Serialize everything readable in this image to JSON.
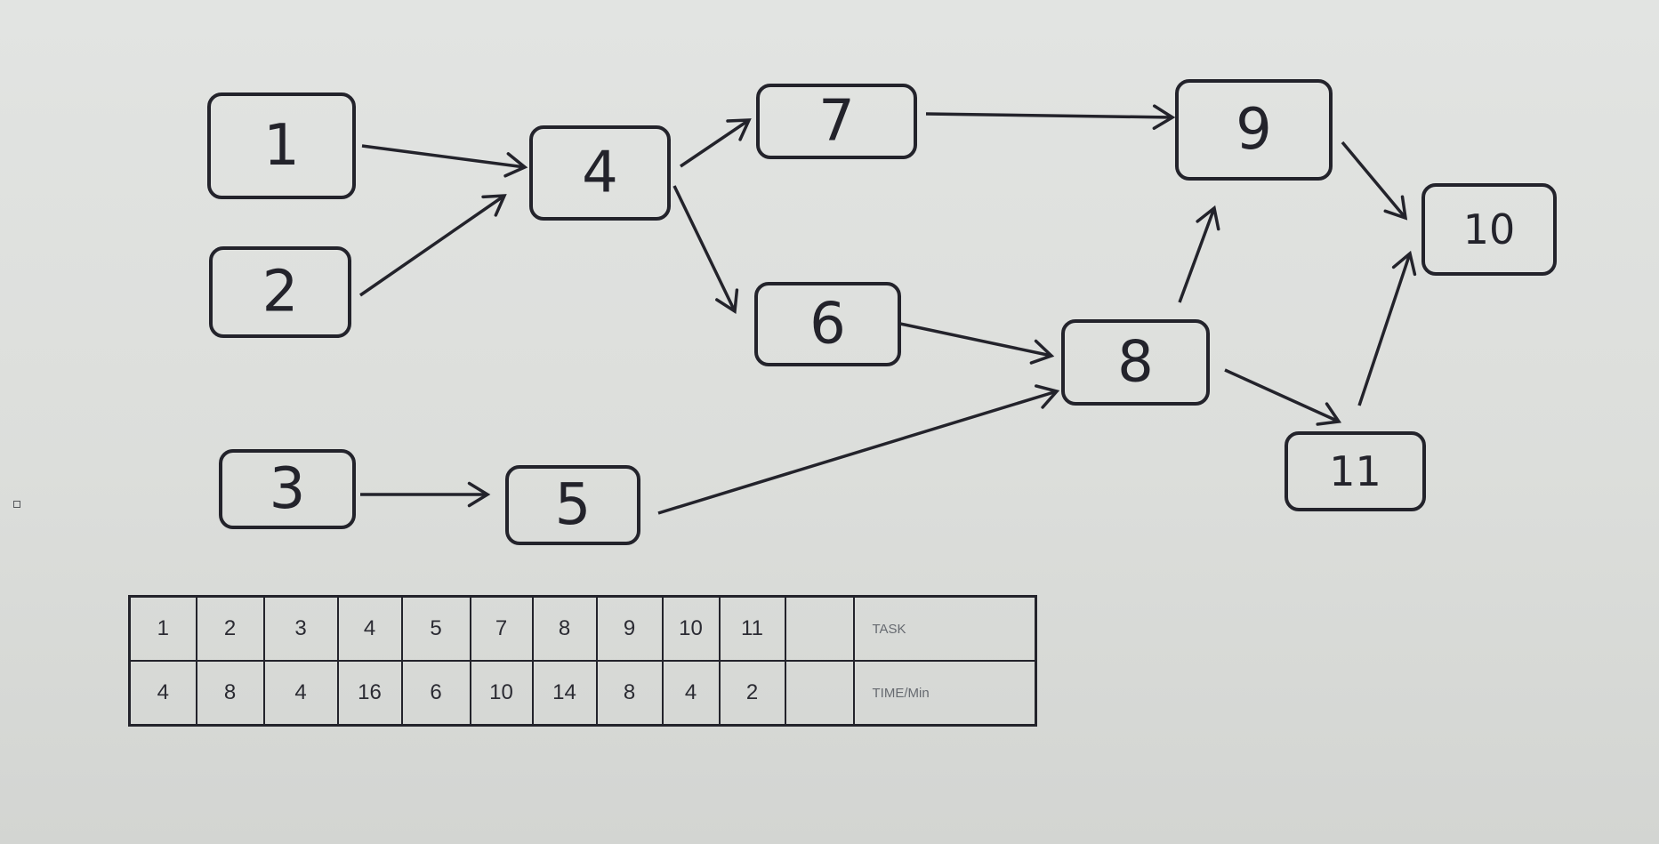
{
  "diagram": {
    "nodes": [
      {
        "id": "1",
        "label": "1"
      },
      {
        "id": "2",
        "label": "2"
      },
      {
        "id": "3",
        "label": "3"
      },
      {
        "id": "4",
        "label": "4"
      },
      {
        "id": "5",
        "label": "5"
      },
      {
        "id": "6",
        "label": "6"
      },
      {
        "id": "7",
        "label": "7"
      },
      {
        "id": "8",
        "label": "8"
      },
      {
        "id": "9",
        "label": "9"
      },
      {
        "id": "10",
        "label": "10"
      },
      {
        "id": "11",
        "label": "11"
      }
    ],
    "edges": [
      {
        "from": "1",
        "to": "4"
      },
      {
        "from": "2",
        "to": "4"
      },
      {
        "from": "4",
        "to": "7"
      },
      {
        "from": "4",
        "to": "6"
      },
      {
        "from": "3",
        "to": "5"
      },
      {
        "from": "7",
        "to": "9"
      },
      {
        "from": "6",
        "to": "8"
      },
      {
        "from": "5",
        "to": "8"
      },
      {
        "from": "8",
        "to": "9"
      },
      {
        "from": "8",
        "to": "11"
      },
      {
        "from": "9",
        "to": "10"
      },
      {
        "from": "11",
        "to": "10"
      }
    ]
  },
  "table": {
    "task_label": "TASK",
    "time_label": "TIME/Min",
    "tasks": [
      "1",
      "2",
      "3",
      "4",
      "5",
      "7",
      "8",
      "9",
      "10",
      "11",
      ""
    ],
    "times": [
      "4",
      "8",
      "4",
      "16",
      "6",
      "10",
      "14",
      "8",
      "4",
      "2",
      ""
    ]
  }
}
